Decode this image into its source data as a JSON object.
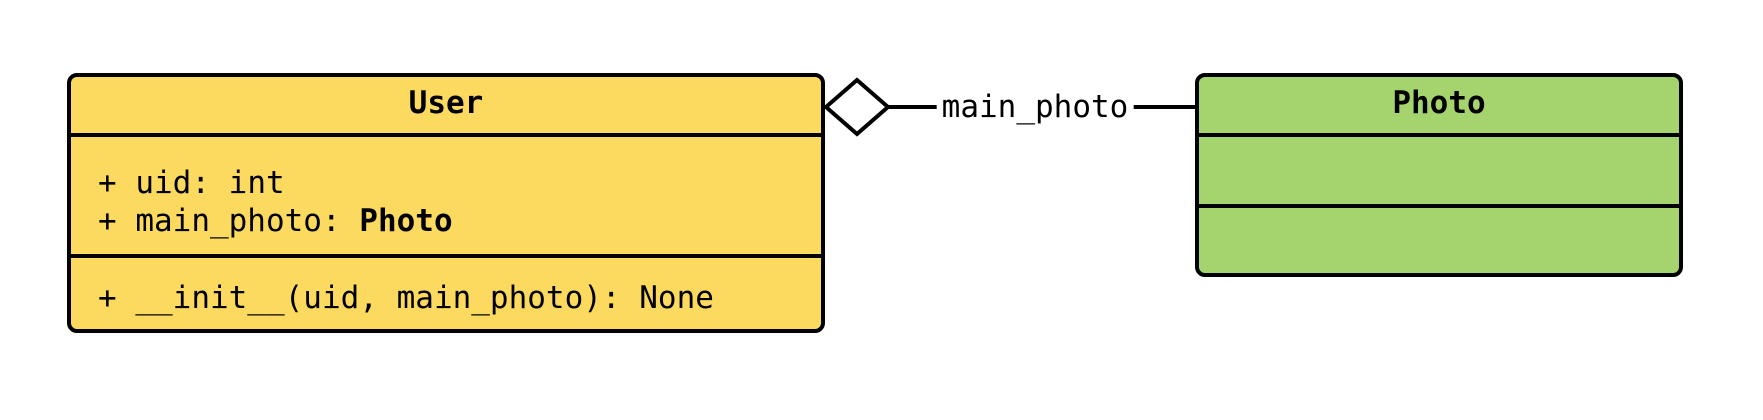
{
  "classes": {
    "user": {
      "name": "User",
      "attributes": [
        {
          "label": "+ uid: ",
          "type": "int",
          "type_is_class_ref": false
        },
        {
          "label": "+ main_photo: ",
          "type": "Photo",
          "type_is_class_ref": true
        }
      ],
      "methods": [
        {
          "signature": "+ __init__(uid, main_photo): None"
        }
      ]
    },
    "photo": {
      "name": "Photo",
      "attributes": [],
      "methods": []
    }
  },
  "relationship": {
    "label": "main_photo",
    "kind": "aggregation",
    "diamond": "open"
  },
  "colors": {
    "background": "#FFFFFF",
    "stroke": "#000000",
    "text": "#000000",
    "user_fill": "#FCD95F",
    "photo_fill": "#A5D46E"
  }
}
